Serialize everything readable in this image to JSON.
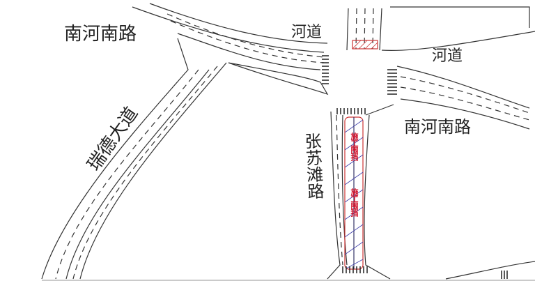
{
  "labels": {
    "nanhe_road_west": "南河南路",
    "river_north": "河道",
    "river_east": "河道",
    "ruide_avenue": "瑞德大道",
    "nanhe_road_east": "南河南路",
    "zhangsu_road": "张苏滩路"
  },
  "construction": {
    "label_1": "施工围挡",
    "label_2": "施工围挡",
    "color": "#d0102a"
  }
}
